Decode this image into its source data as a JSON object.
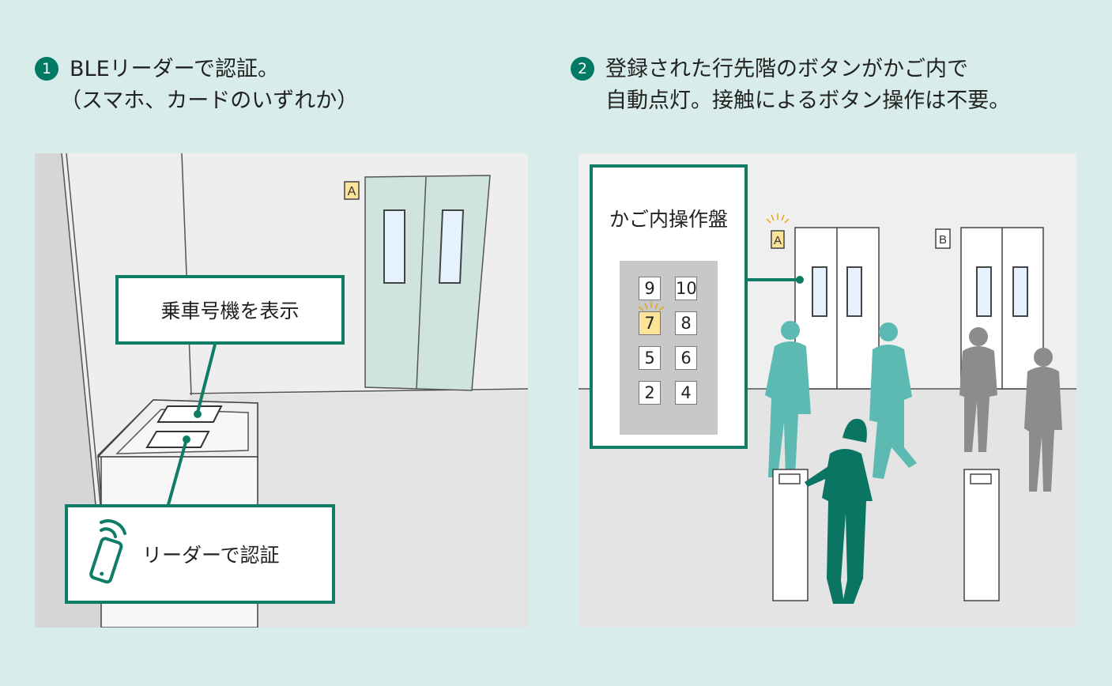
{
  "step1": {
    "number": "1",
    "line1": "BLEリーダーで認証。",
    "line2": "（スマホ、カードのいずれか）"
  },
  "step2": {
    "number": "2",
    "line1": "登録された行先階のボタンがかご内で",
    "line2": "自動点灯。接触によるボタン操作は不要。"
  },
  "panel1": {
    "elevator_sign": "A",
    "callout_display": "乗車号機を表示",
    "callout_reader": "リーダーで認証",
    "phone_icon": "smartphone-signal-icon"
  },
  "panel2": {
    "callout_title": "かご内操作盤",
    "elevator_a": "A",
    "elevator_b": "B",
    "buttons": [
      "9",
      "10",
      "7",
      "8",
      "5",
      "6",
      "2",
      "4"
    ],
    "highlighted_button": "7",
    "highlight_color": "#fbe39a",
    "accent_color": "#0f7d66"
  }
}
